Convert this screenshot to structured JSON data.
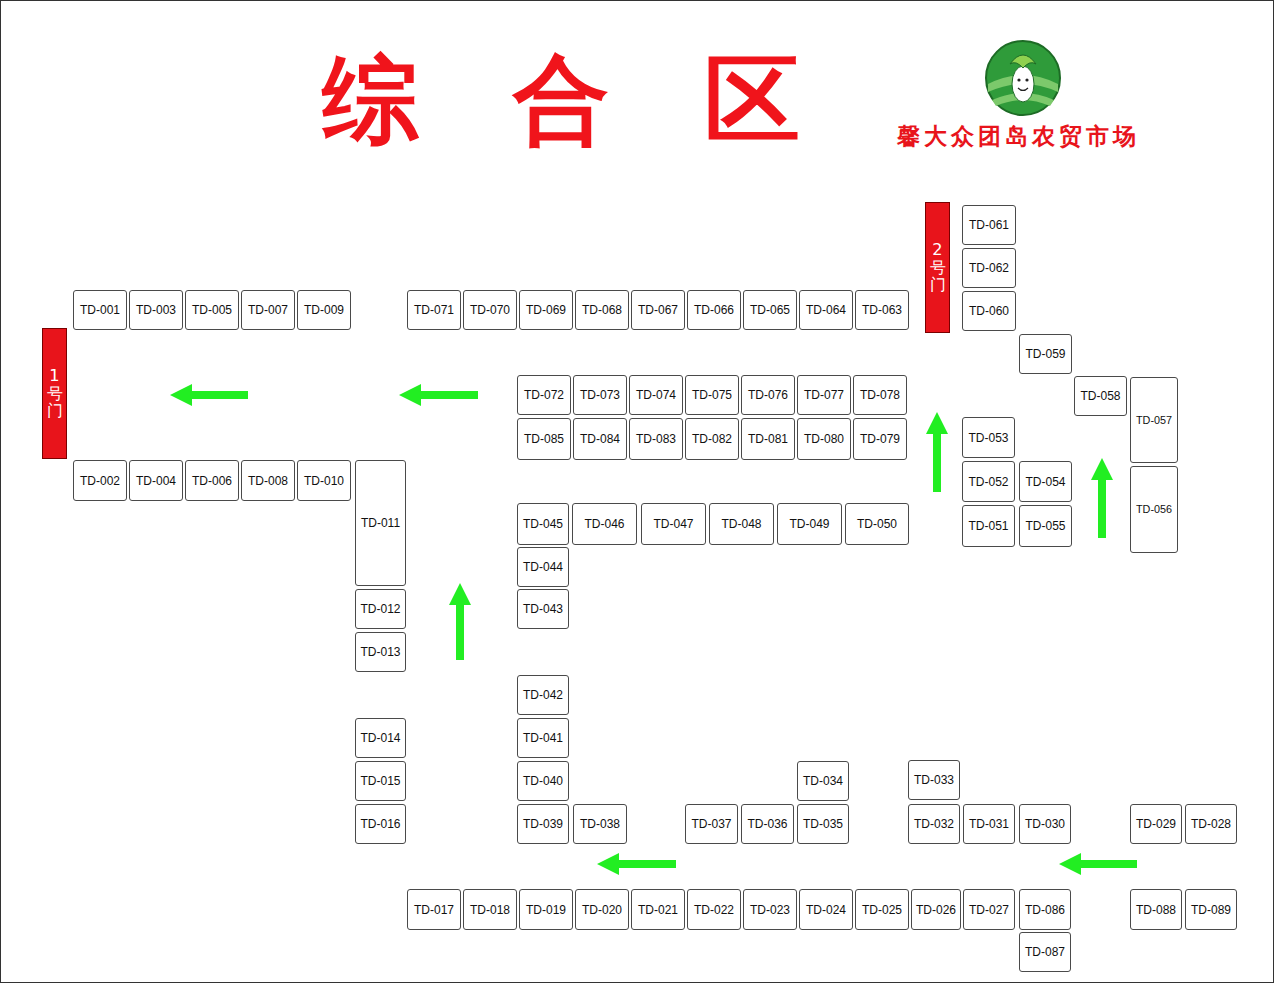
{
  "diagram": {
    "title": "综合区",
    "nodes": [
      {
        "text": [
          "2号门"
        ]
      },
      {
        "text": [
          "TD-061"
        ]
      },
      {
        "text": [
          "TD-062"
        ]
      },
      {
        "text": [
          "TD-001"
        ]
      },
      {
        "text": [
          "TD-003"
        ]
      },
      {
        "text": [
          "TD-005"
        ]
      },
      {
        "text": [
          "TD-007"
        ]
      },
      {
        "text": [
          "TD-009"
        ]
      },
      {
        "text": [
          "TD-071"
        ]
      },
      {
        "text": [
          "TD-070"
        ]
      },
      {
        "text": [
          "TD-069"
        ]
      },
      {
        "text": [
          "TD-068"
        ]
      },
      {
        "text": [
          "TD-067"
        ]
      },
      {
        "text": [
          "TD-066"
        ]
      },
      {
        "text": [
          "TD-065"
        ]
      },
      {
        "text": [
          "TD-064"
        ]
      },
      {
        "text": [
          "TD-063"
        ]
      },
      {
        "text": [
          "TD-060"
        ]
      },
      {
        "text": [
          "1号门"
        ]
      },
      {
        "text": [
          "TD-059"
        ]
      },
      {
        "text": [
          "TD-072"
        ]
      },
      {
        "text": [
          "TD-073"
        ]
      },
      {
        "text": [
          "TD-074"
        ]
      },
      {
        "text": [
          "TD-075"
        ]
      },
      {
        "text": [
          "TD-076"
        ]
      },
      {
        "text": [
          "TD-077"
        ]
      },
      {
        "text": [
          "TD-078"
        ]
      },
      {
        "text": [
          "TD-058"
        ]
      },
      {
        "text": [
          "TD-057"
        ]
      },
      {
        "text": [
          "TD-053"
        ]
      },
      {
        "text": [
          "TD-085"
        ]
      },
      {
        "text": [
          "TD-084"
        ]
      },
      {
        "text": [
          "TD-083"
        ]
      },
      {
        "text": [
          "TD-082"
        ]
      },
      {
        "text": [
          "TD-081"
        ]
      },
      {
        "text": [
          "TD-080"
        ]
      },
      {
        "text": [
          "TD-079"
        ]
      },
      {
        "text": [
          "TD-002"
        ]
      },
      {
        "text": [
          "TD-004"
        ]
      },
      {
        "text": [
          "TD-006"
        ]
      },
      {
        "text": [
          "TD-008"
        ]
      },
      {
        "text": [
          "TD-010"
        ]
      },
      {
        "text": [
          "TD-011"
        ]
      },
      {
        "text": [
          "TD-052"
        ]
      },
      {
        "text": [
          "TD-054"
        ]
      },
      {
        "text": [
          "TD-056"
        ]
      },
      {
        "text": [
          "TD-045"
        ]
      },
      {
        "text": [
          "TD-046"
        ]
      },
      {
        "text": [
          "TD-047"
        ]
      },
      {
        "text": [
          "TD-048"
        ]
      },
      {
        "text": [
          "TD-049"
        ]
      },
      {
        "text": [
          "TD-050"
        ]
      },
      {
        "text": [
          "TD-051"
        ]
      },
      {
        "text": [
          "TD-055"
        ]
      },
      {
        "text": [
          "TD-044"
        ]
      },
      {
        "text": [
          "TD-012"
        ]
      },
      {
        "text": [
          "TD-043"
        ]
      },
      {
        "text": [
          "TD-013"
        ]
      },
      {
        "text": [
          "TD-042"
        ]
      },
      {
        "text": [
          "TD-014"
        ]
      },
      {
        "text": [
          "TD-041"
        ]
      },
      {
        "text": [
          "TD-015"
        ]
      },
      {
        "text": [
          "TD-040"
        ]
      },
      {
        "text": [
          "TD-034"
        ]
      },
      {
        "text": [
          "TD-033"
        ]
      },
      {
        "text": [
          "TD-016"
        ]
      },
      {
        "text": [
          "TD-039"
        ]
      },
      {
        "text": [
          "TD-038"
        ]
      },
      {
        "text": [
          "TD-037"
        ]
      },
      {
        "text": [
          "TD-036"
        ]
      },
      {
        "text": [
          "TD-035"
        ]
      },
      {
        "text": [
          "TD-032"
        ]
      },
      {
        "text": [
          "TD-031"
        ]
      },
      {
        "text": [
          "TD-030"
        ]
      },
      {
        "text": [
          "TD-029"
        ]
      },
      {
        "text": [
          "TD-028"
        ]
      },
      {
        "text": [
          "TD-017"
        ]
      },
      {
        "text": [
          "TD-018"
        ]
      },
      {
        "text": [
          "TD-019"
        ]
      },
      {
        "text": [
          "TD-020"
        ]
      },
      {
        "text": [
          "TD-021"
        ]
      },
      {
        "text": [
          "TD-022"
        ]
      },
      {
        "text": [
          "TD-023"
        ]
      },
      {
        "text": [
          "TD-024"
        ]
      },
      {
        "text": [
          "TD-025"
        ]
      },
      {
        "text": [
          "TD-026"
        ]
      },
      {
        "text": [
          "TD-027"
        ]
      },
      {
        "text": [
          "TD-086"
        ]
      },
      {
        "text": [
          "TD-088"
        ]
      },
      {
        "text": [
          "TD-089"
        ]
      },
      {
        "text": [
          "TD-087"
        ]
      }
    ],
    "labels": [
      "馨大众团岛农贸市场"
    ]
  }
}
